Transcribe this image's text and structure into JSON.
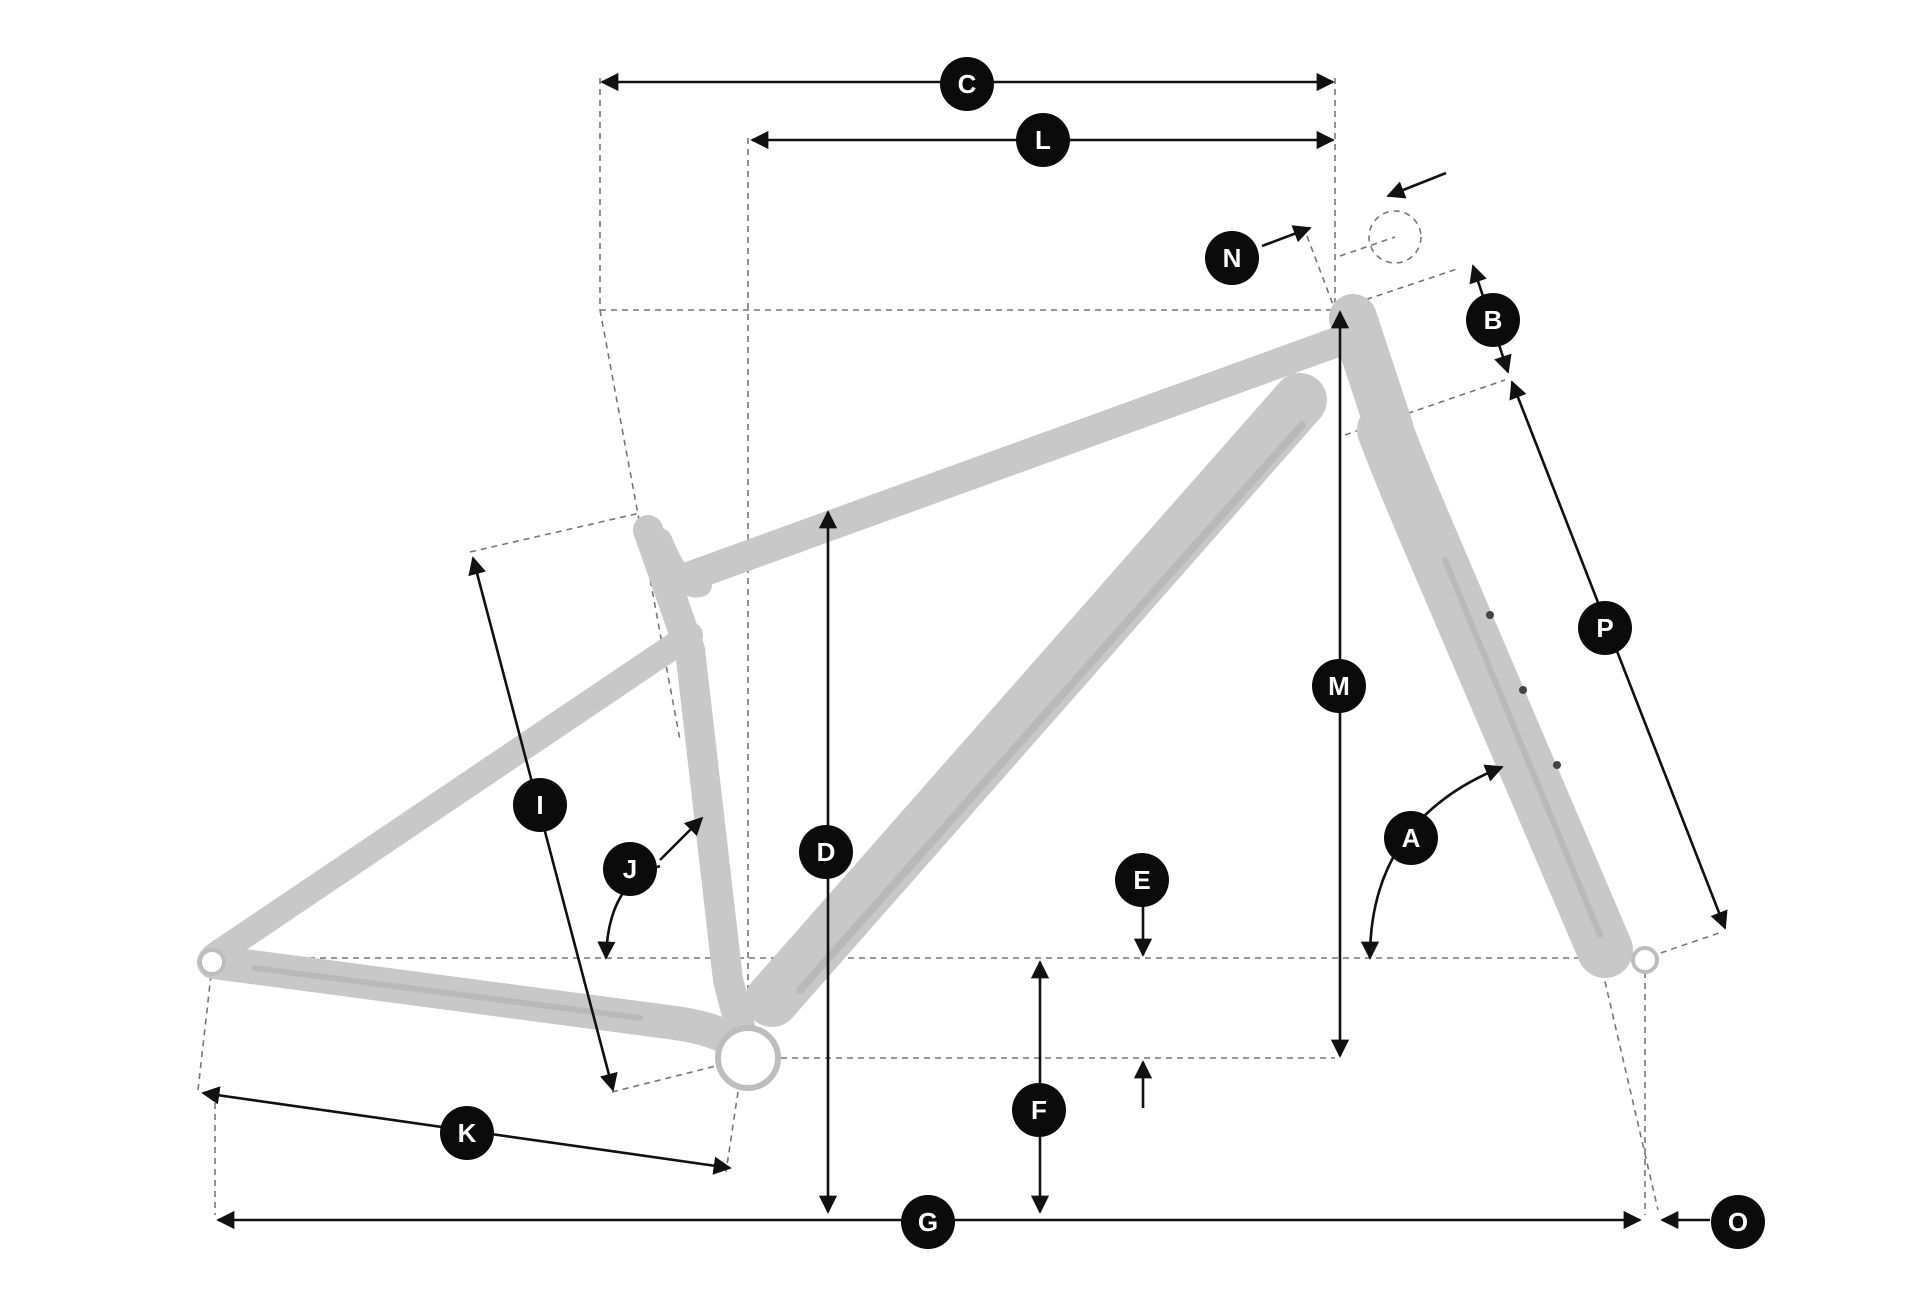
{
  "labels": {
    "A": "A",
    "B": "B",
    "C": "C",
    "D": "D",
    "E": "E",
    "F": "F",
    "G": "G",
    "I": "I",
    "J": "J",
    "K": "K",
    "L": "L",
    "M": "M",
    "N": "N",
    "O": "O",
    "P": "P"
  },
  "colors": {
    "frame": "#c8c8c8",
    "badge": "#0b0b0b",
    "badge_text": "#ffffff",
    "dimension_line": "#111111",
    "guide_line": "#777777"
  }
}
